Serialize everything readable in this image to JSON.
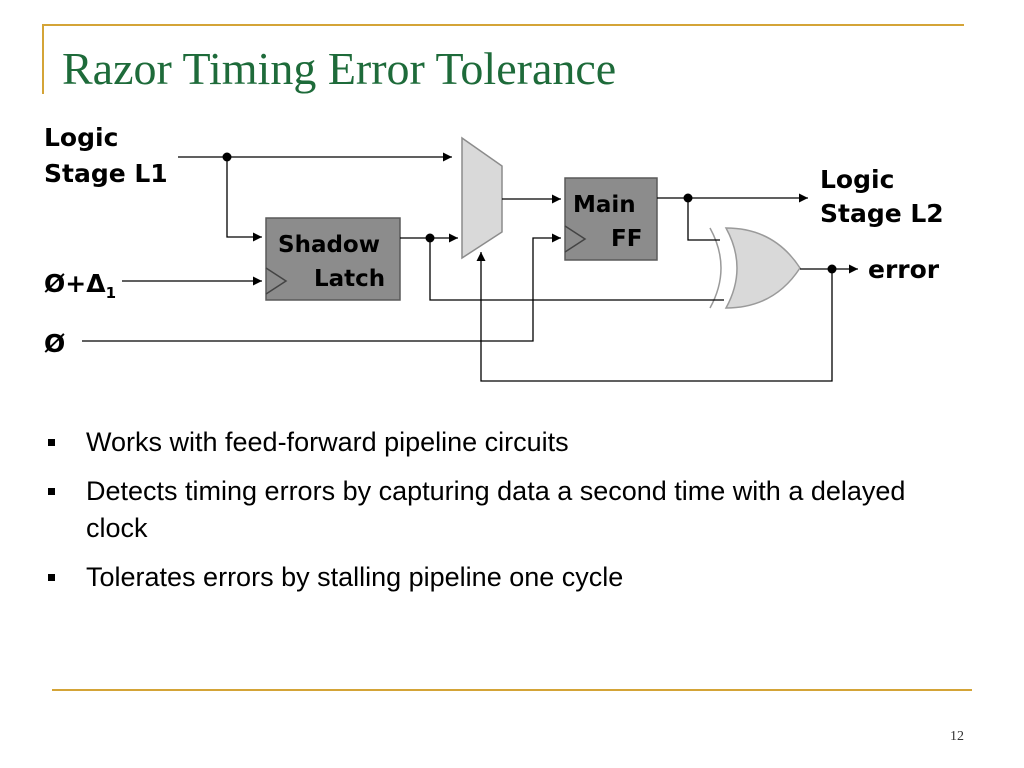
{
  "slide": {
    "title": "Razor Timing Error Tolerance",
    "page_number": "12"
  },
  "diagram": {
    "labels": {
      "input_top": "Logic",
      "input_bottom": "Stage L1",
      "delayed_clock_prefix": "Ø+Δ",
      "delayed_clock_sub": "1",
      "clock": "Ø",
      "output_top": "Logic",
      "output_bottom": "Stage L2",
      "error": "error"
    },
    "blocks": {
      "shadow_latch_line1": "Shadow",
      "shadow_latch_line2": "Latch",
      "main_ff_line1": "Main",
      "main_ff_line2": "FF"
    },
    "colors": {
      "block_fill": "#8c8c8c",
      "mux_fill": "#d9d9d9",
      "xor_fill": "#d9d9d9",
      "wire": "#000000"
    }
  },
  "bullets": [
    "Works with feed-forward pipeline circuits",
    "Detects timing errors by capturing data a second time with a delayed clock",
    "Tolerates errors by stalling pipeline one cycle"
  ]
}
